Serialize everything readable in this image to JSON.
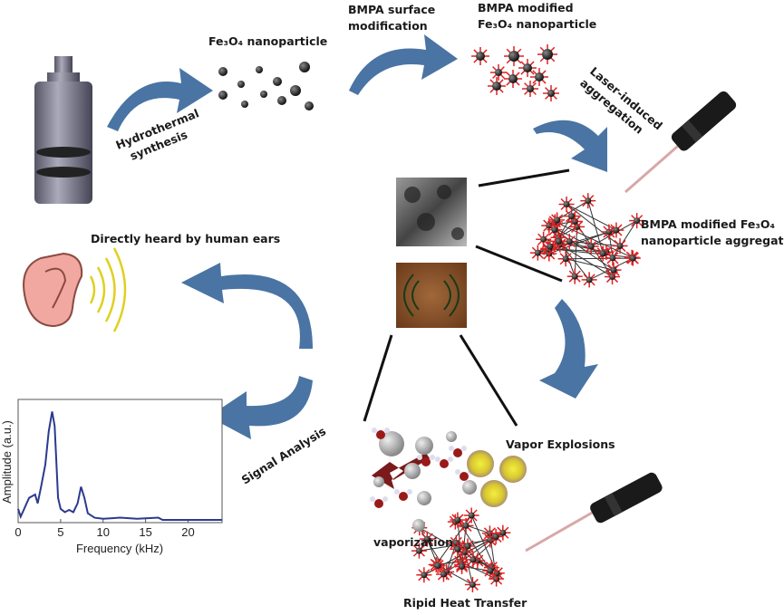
{
  "labels": {
    "fe3o4": "Fe₃O₄ nanoparticle",
    "surface_mod_1": "BMPA surface",
    "surface_mod_2": "modification",
    "modified_1": "BMPA modified",
    "modified_2": "Fe₃O₄ nanoparticle",
    "laser_1": "Laser-induced",
    "laser_2": "aggregation",
    "hydro_1": "Hydrothermal",
    "hydro_2": "synthesis",
    "aggregates_1": "BMPA modified Fe₃O₄",
    "aggregates_2": "nanoparticle aggregates",
    "heard": "Directly heard by human ears",
    "signal": "Signal Analysis",
    "vapor": "Vapor Explosions",
    "vaporization": "vaporization",
    "heat": "Ripid Heat Transfer"
  },
  "colors": {
    "arrow": "#4a74a3",
    "ligand": "#e02020",
    "particle": "#2a2a2a",
    "spectrum": "#2b3a8f",
    "sound_waves": "#e0d020"
  },
  "chart_data": {
    "type": "line",
    "xlabel": "Frequency (kHz)",
    "ylabel": "Amplitude (a.u.)",
    "xlim": [
      0,
      24
    ],
    "ylim": [
      0,
      1
    ],
    "xticks": [
      "0",
      "5",
      "10",
      "15",
      "20"
    ],
    "grid": false,
    "x": [
      0,
      0.3,
      0.6,
      1,
      1.3,
      2,
      2.3,
      2.7,
      3.2,
      3.6,
      4,
      4.3,
      4.7,
      5,
      5.5,
      6,
      6.5,
      7,
      7.4,
      7.8,
      8.2,
      9,
      10,
      12,
      14,
      16.5,
      17,
      20,
      24
    ],
    "y": [
      0.1,
      0.03,
      0.08,
      0.15,
      0.2,
      0.23,
      0.15,
      0.3,
      0.5,
      0.8,
      0.98,
      0.85,
      0.2,
      0.1,
      0.07,
      0.09,
      0.07,
      0.15,
      0.3,
      0.2,
      0.06,
      0.02,
      0.01,
      0.02,
      0.01,
      0.02,
      0.0,
      0.0,
      0.0
    ]
  }
}
